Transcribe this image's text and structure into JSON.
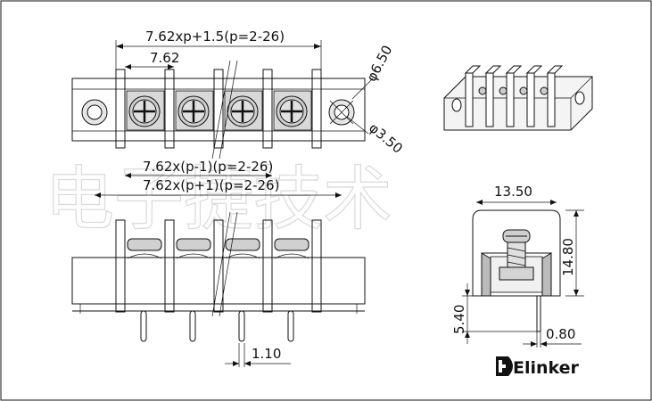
{
  "dimensions": {
    "overall_length": "7.62xp+1.5(p=2-26)",
    "pitch": "7.62",
    "hole_outer_dia": "φ6.50",
    "hole_inner_dia": "φ3.50",
    "pin_span_minus": "7.62x(p-1)(p=2-26)",
    "pin_span_plus": "7.62x(p+1)(p=2-26)",
    "pin_width": "1.10",
    "side_width": "13.50",
    "side_height": "14.80",
    "pin_height": "5.40",
    "pin_thickness": "0.80"
  },
  "watermark": "电子捷技术",
  "logo": {
    "text": "Elinker",
    "icon": "elinker-logo-icon"
  }
}
